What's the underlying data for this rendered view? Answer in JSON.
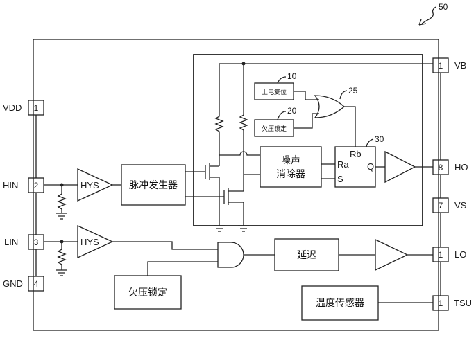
{
  "figure_ref": "50",
  "pins_left": [
    {
      "label": "VDD",
      "num": "1"
    },
    {
      "label": "HIN",
      "num": "2"
    },
    {
      "label": "LIN",
      "num": "3"
    },
    {
      "label": "GND",
      "num": "4"
    }
  ],
  "pins_right": [
    {
      "label": "VB",
      "num": "1"
    },
    {
      "label": "HO",
      "num": "8"
    },
    {
      "label": "VS",
      "num": "7"
    },
    {
      "label": "LO",
      "num": "1"
    },
    {
      "label": "TSU",
      "num": "1"
    }
  ],
  "blocks": {
    "hys_high": "HYS",
    "hys_low": "HYS",
    "pulse_gen": "脉冲发生器",
    "noise_line1": "噪声",
    "noise_line2": "消除器",
    "power_on_reset": "上电复位",
    "uvlo_small": "欠压锁定",
    "uvlo_large": "欠压锁定",
    "delay": "延迟",
    "temp_sensor": "温度传感器"
  },
  "latch": {
    "rb": "Rb",
    "ra": "Ra",
    "s": "S",
    "q": "Q"
  },
  "refs": {
    "por": "10",
    "uvlo": "20",
    "or_gate": "25",
    "latch": "30"
  }
}
